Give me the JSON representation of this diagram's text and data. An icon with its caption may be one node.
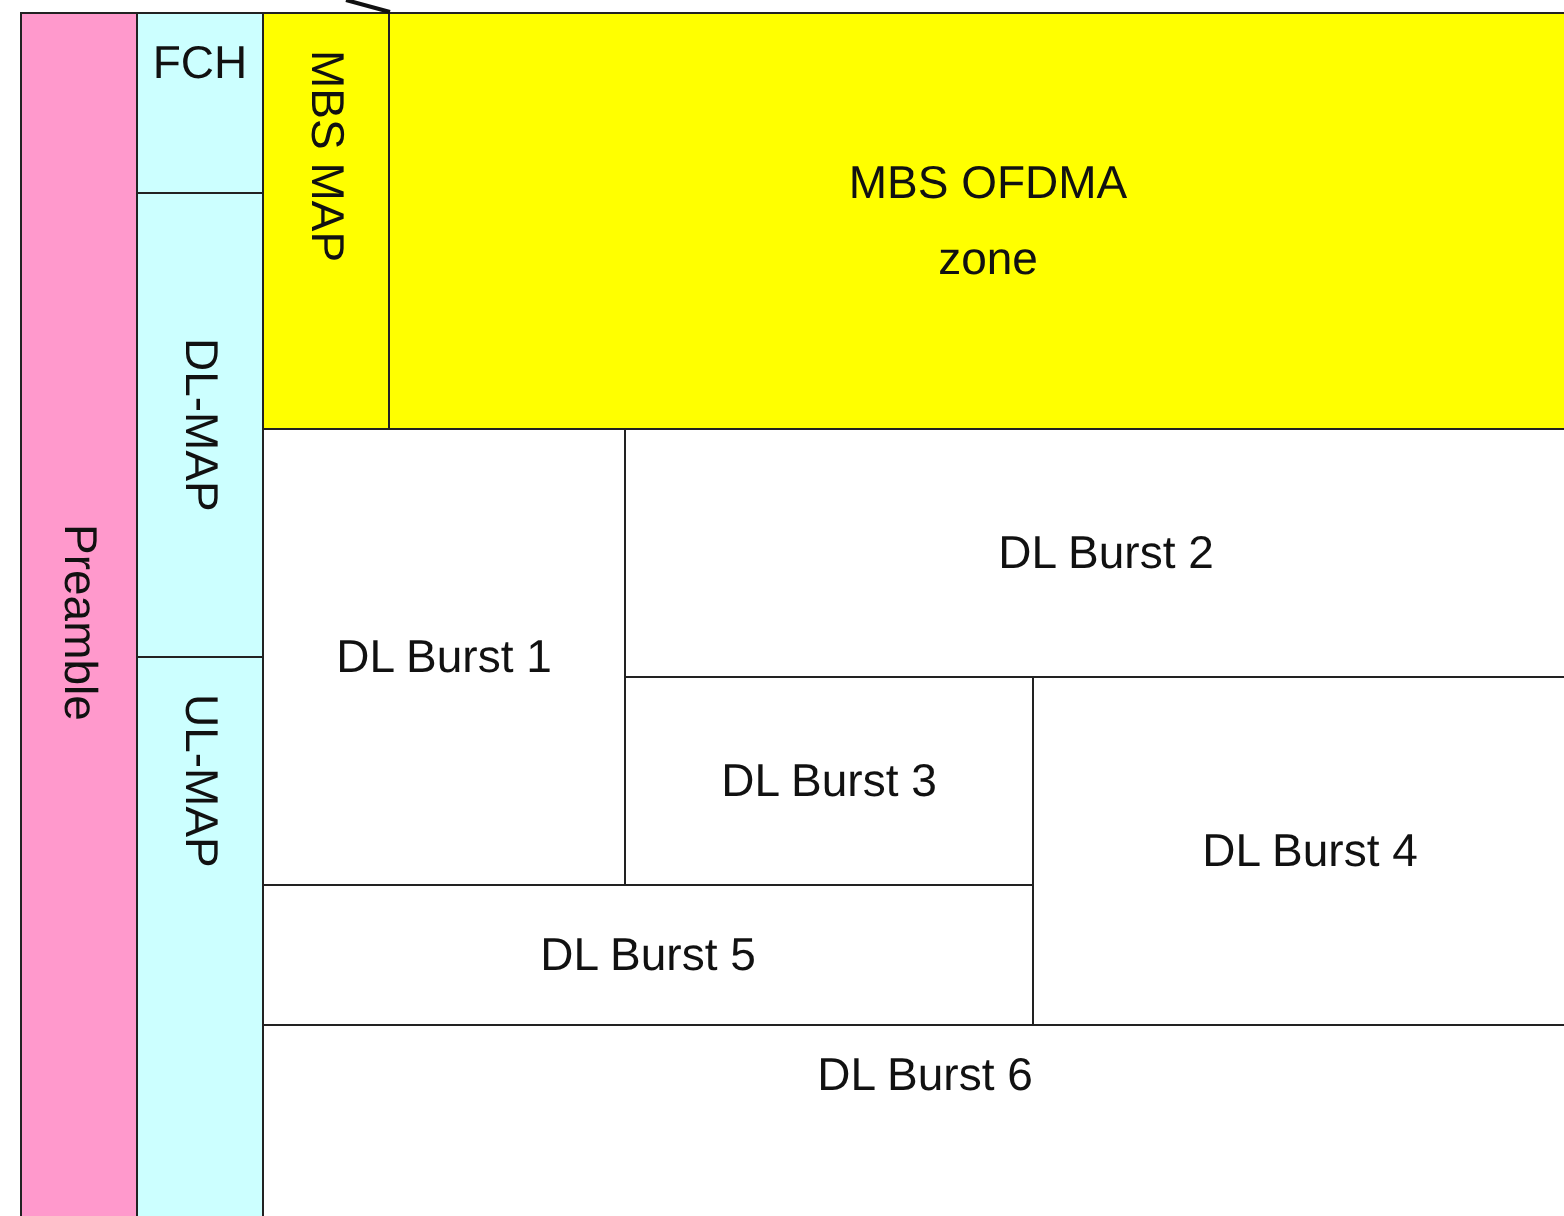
{
  "diagram": {
    "nodes": [
      {
        "text": [
          "Preamble"
        ]
      },
      {
        "text": [
          "FCH"
        ]
      },
      {
        "text": [
          "MBS MAP"
        ]
      },
      {
        "text": [
          "MBS OFDMA zone"
        ]
      },
      {
        "text": [
          "DL-MAP"
        ]
      },
      {
        "text": [
          "DL Burst 2"
        ]
      },
      {
        "text": [
          "DL Burst 1"
        ]
      },
      {
        "text": [
          "DL Burst 3"
        ]
      },
      {
        "text": [
          "DL Burst 4"
        ]
      },
      {
        "text": [
          "UL-MAP"
        ]
      },
      {
        "text": [
          "DL Burst 5"
        ]
      },
      {
        "text": [
          "DL Burst 6"
        ]
      }
    ],
    "edges": [
      {
        "from": null,
        "to": 2,
        "arrow": "none"
      }
    ]
  }
}
